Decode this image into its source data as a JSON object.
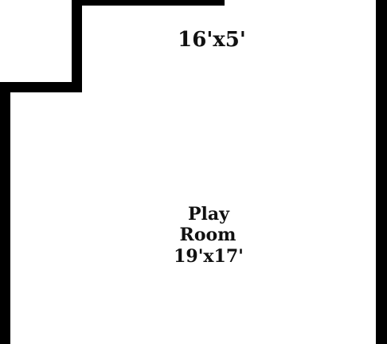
{
  "rooms": [
    {
      "name_lines": [],
      "dimensions": "16'x5'"
    },
    {
      "name_lines": [
        "Play",
        "Room"
      ],
      "dimensions": "19'x17'"
    }
  ],
  "colors": {
    "wall": "#000000",
    "background": "#ffffff",
    "text": "#111111"
  }
}
